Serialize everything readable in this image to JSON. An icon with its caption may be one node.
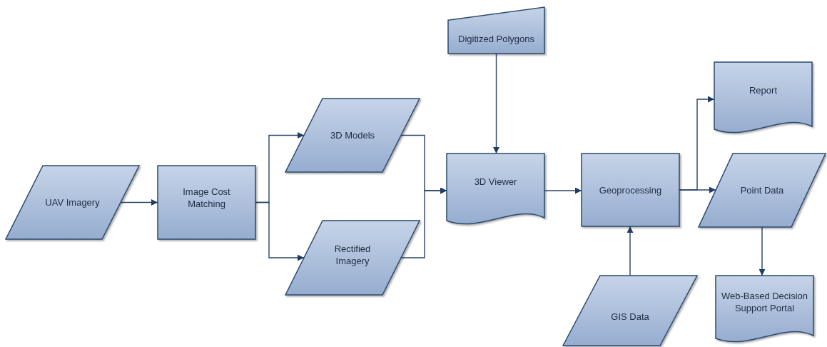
{
  "diagram": {
    "nodes": [
      {
        "text": [
          "UAV Imagery"
        ]
      },
      {
        "text": [
          "Image Cost Matching"
        ]
      },
      {
        "text": [
          "3D Models"
        ]
      },
      {
        "text": [
          "Rectified Imagery"
        ]
      },
      {
        "text": [
          "Digitized Polygons"
        ]
      },
      {
        "text": [
          "3D Viewer"
        ]
      },
      {
        "text": [
          "Geoprocessing"
        ]
      },
      {
        "text": [
          "Report"
        ]
      },
      {
        "text": [
          "Point Data"
        ]
      },
      {
        "text": [
          "GIS Data"
        ]
      },
      {
        "text": [
          "Web-Based Decision Support Portal"
        ]
      }
    ],
    "edges": [
      {
        "from": 0,
        "to": 1,
        "arrow": "to"
      },
      {
        "from": 1,
        "to": 2,
        "arrow": "to"
      },
      {
        "from": 1,
        "to": 3,
        "arrow": "to"
      },
      {
        "from": 2,
        "to": 5,
        "arrow": "to"
      },
      {
        "from": 3,
        "to": 5,
        "arrow": "to"
      },
      {
        "from": 4,
        "to": 5,
        "arrow": "to"
      },
      {
        "from": 5,
        "to": 6,
        "arrow": "to"
      },
      {
        "from": 6,
        "to": 7,
        "arrow": "to"
      },
      {
        "from": 6,
        "to": 8,
        "arrow": "to"
      },
      {
        "from": 9,
        "to": 6,
        "arrow": "to"
      },
      {
        "from": 8,
        "to": 10,
        "arrow": "to"
      }
    ]
  }
}
